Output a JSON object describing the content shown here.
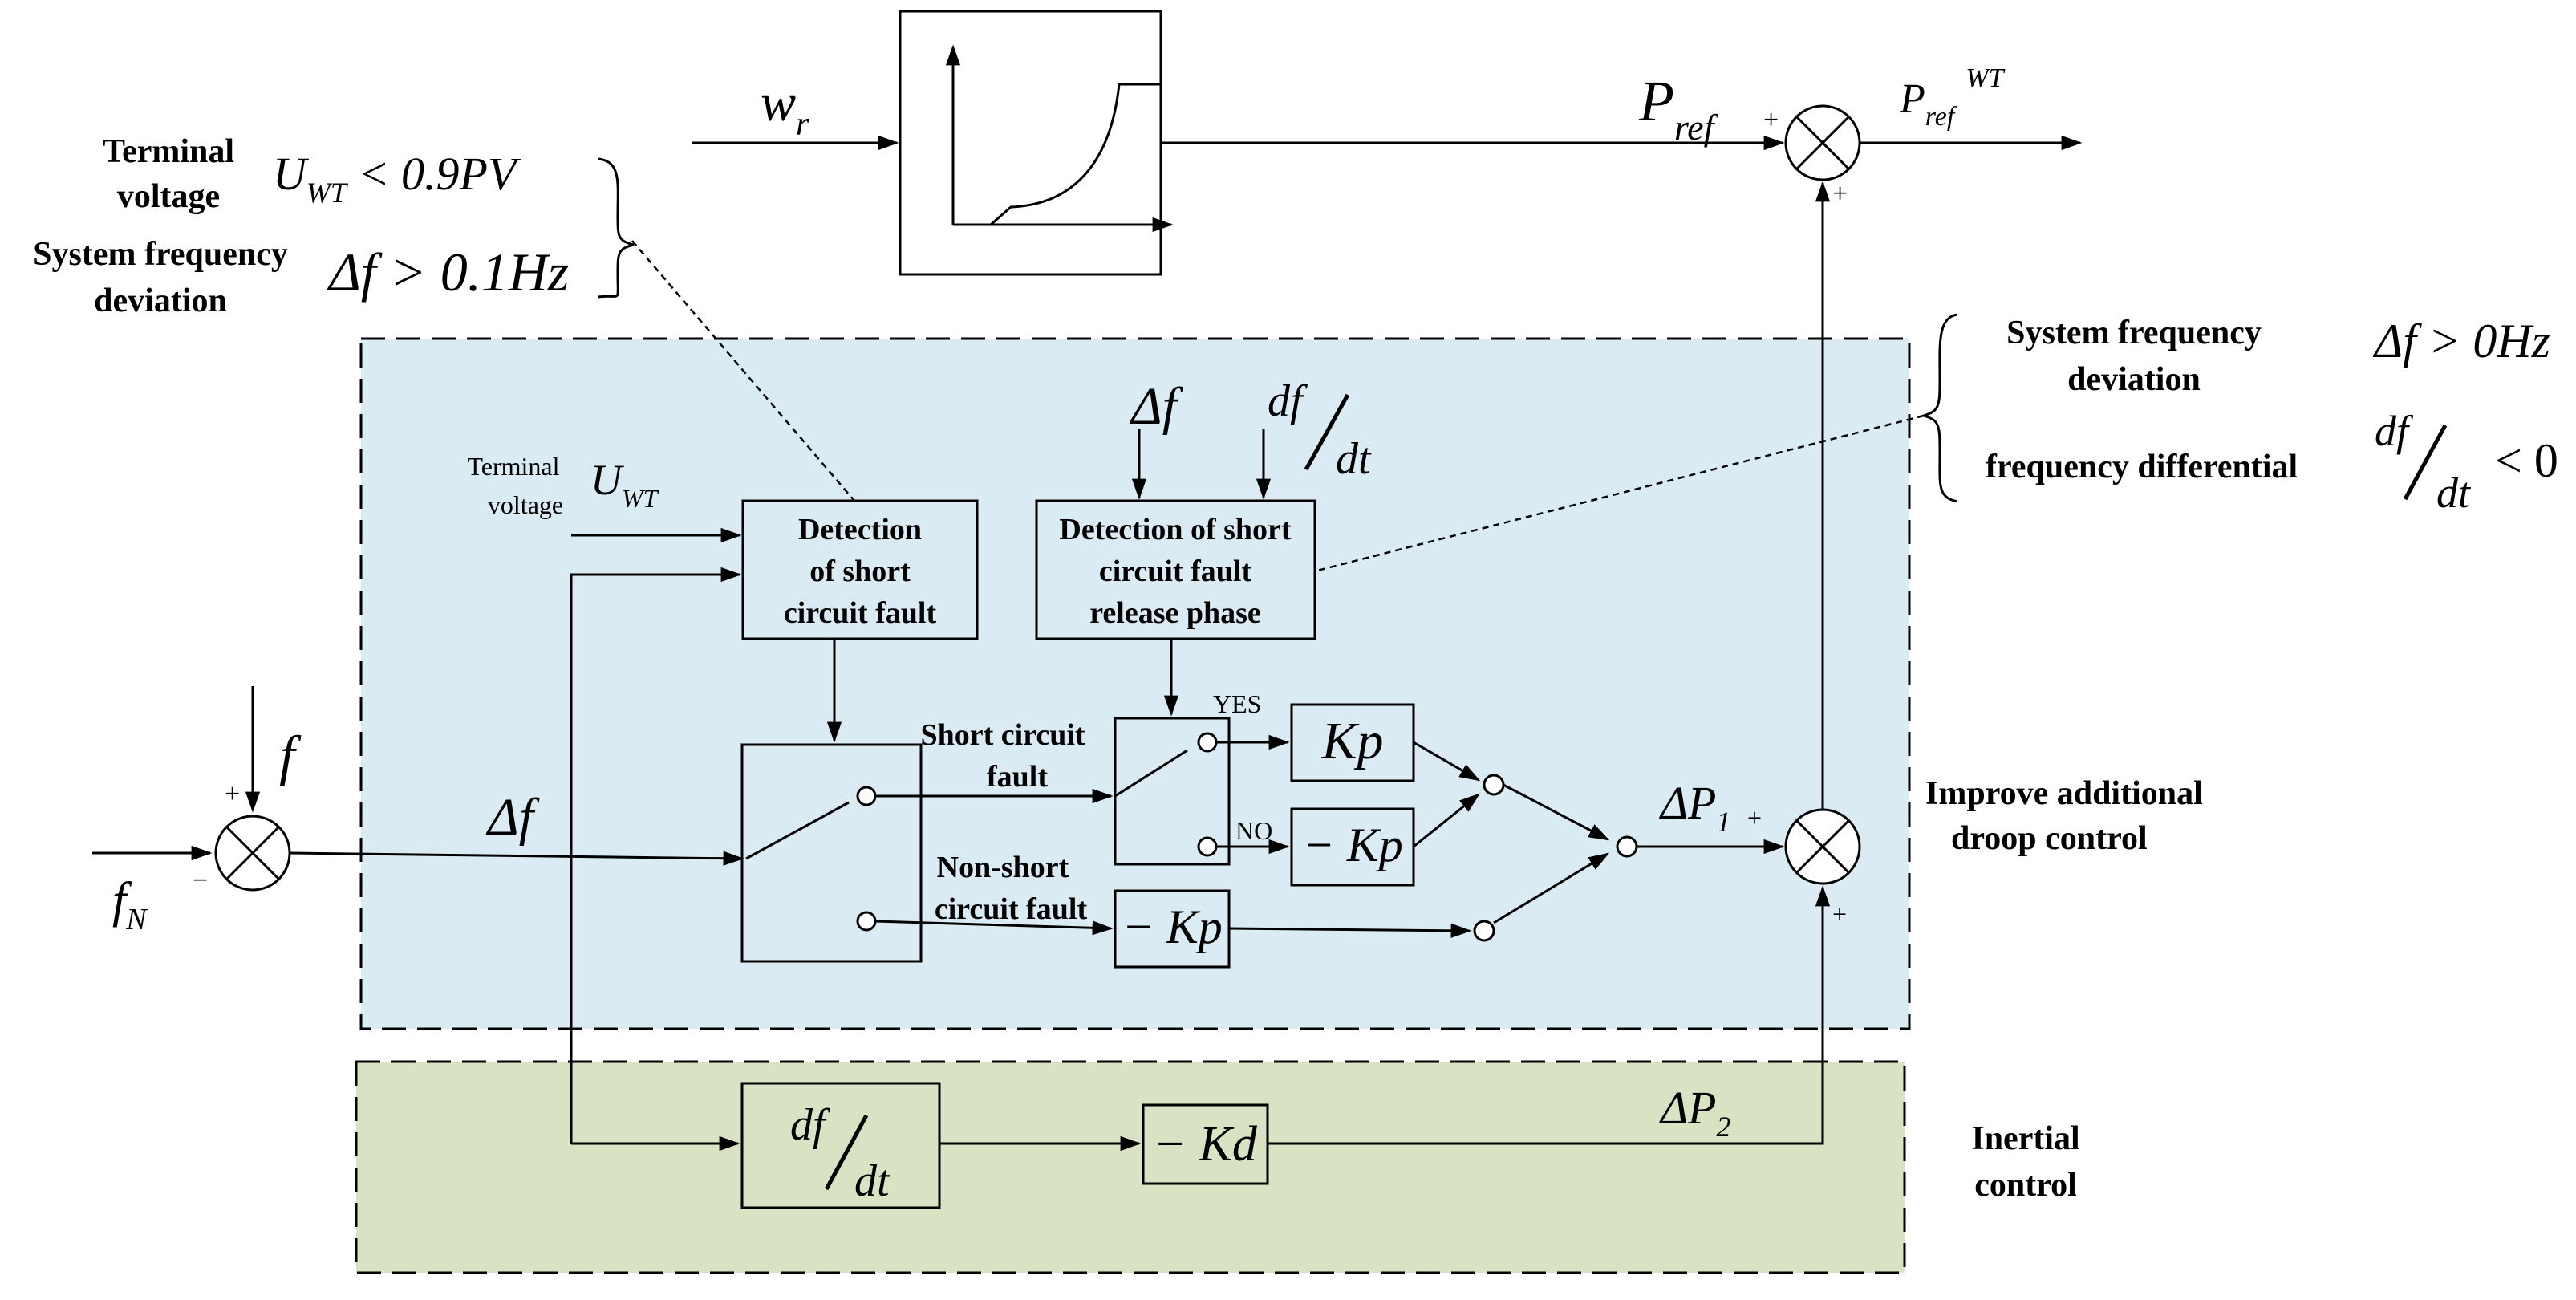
{
  "colors": {
    "droop_region_fill": "#dbebf4",
    "inertial_region_fill": "#d9e3c4",
    "line": "#000000"
  },
  "top": {
    "input_wr_base": "w",
    "input_wr_sub": "r",
    "pref_base": "P",
    "pref_sub": "ref",
    "output_base": "P",
    "output_sub": "ref",
    "output_sup": "WT",
    "plus_left": "+",
    "plus_bottom": "+"
  },
  "left_conditions": {
    "terminal_voltage_line1": "Terminal",
    "terminal_voltage_line2": "voltage",
    "terminal_condition_base": "U",
    "terminal_condition_sub": "WT",
    "terminal_condition_rest": " < 0.9PV",
    "freq_deviation_line1": "System frequency",
    "freq_deviation_line2": "deviation",
    "freq_condition": "Δf > 0.1Hz"
  },
  "right_conditions": {
    "freq_deviation_line1": "System frequency",
    "freq_deviation_line2": "deviation",
    "freq_condition": "Δf > 0Hz",
    "freq_differential_label": "frequency differential",
    "diff_num": "df",
    "diff_den": "dt",
    "diff_rest": "< 0"
  },
  "input": {
    "f": "f",
    "fn_base": "f",
    "fn_sub": "N",
    "plus": "+",
    "minus": "−",
    "delta_f": "Δf"
  },
  "droop": {
    "terminal_line1": "Terminal",
    "terminal_line2": "voltage",
    "terminal_sym_base": "U",
    "terminal_sym_sub": "WT",
    "detect_fault_line1": "Detection",
    "detect_fault_line2": "of short",
    "detect_fault_line3": "circuit fault",
    "detect_release_line1": "Detection of short",
    "detect_release_line2": "circuit fault",
    "detect_release_line3": "release phase",
    "release_input_delta_f": "Δf",
    "release_input_num": "df",
    "release_input_den": "dt",
    "short_fault_line1": "Short circuit",
    "short_fault_line2": "fault",
    "non_short_line1": "Non-short",
    "non_short_line2": "circuit fault",
    "yes_label": "YES",
    "no_label": "NO",
    "kp_gain": "Kp",
    "neg_kp_gain": "− Kp",
    "neg_kp_gain_lower": "− Kp",
    "delta_p1_base": "ΔP",
    "delta_p1_sub": "1",
    "delta_p1_plus": "+",
    "region_label_line1": "Improve additional",
    "region_label_line2": "droop control"
  },
  "inertial": {
    "diff_num": "df",
    "diff_den": "dt",
    "neg_kd_gain": "− Kd",
    "delta_p2_base": "ΔP",
    "delta_p2_sub": "2",
    "plus_bottom": "+",
    "region_label_line1": "Inertial",
    "region_label_line2": "control"
  }
}
